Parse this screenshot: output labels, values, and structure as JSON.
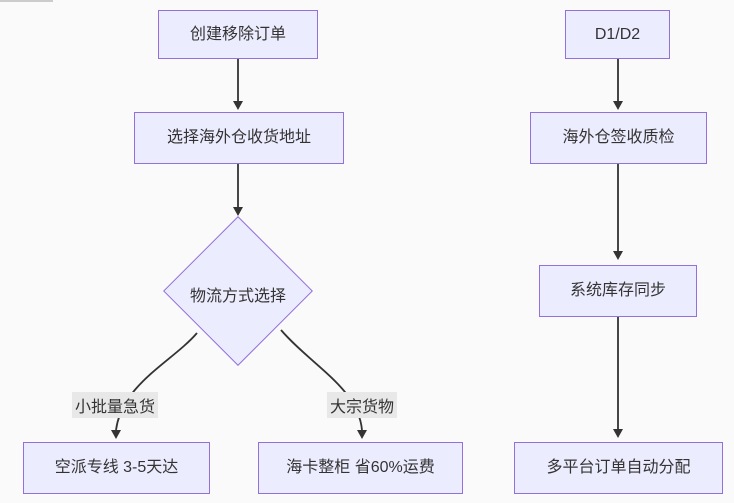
{
  "diagram": {
    "type": "flowchart",
    "colors": {
      "node_fill": "#ECECFF",
      "node_border": "#9370DB",
      "edge": "#333333",
      "edge_label_bg": "#e8e8e8",
      "text": "#333333",
      "background": "#fafafa"
    },
    "flows": [
      {
        "nodes": [
          {
            "id": "create-removal-order",
            "shape": "rect",
            "label": "创建移除订单"
          },
          {
            "id": "select-address",
            "shape": "rect",
            "label": "选择海外仓收货地址"
          },
          {
            "id": "logistics-choice",
            "shape": "diamond",
            "label": "物流方式选择"
          },
          {
            "id": "air-express",
            "shape": "rect",
            "label": "空派专线 3-5天达"
          },
          {
            "id": "sea-container",
            "shape": "rect",
            "label": "海卡整柜 省60%运费"
          }
        ],
        "edges": [
          {
            "from": "create-removal-order",
            "to": "select-address",
            "label": ""
          },
          {
            "from": "select-address",
            "to": "logistics-choice",
            "label": ""
          },
          {
            "from": "logistics-choice",
            "to": "air-express",
            "label": "小批量急货"
          },
          {
            "from": "logistics-choice",
            "to": "sea-container",
            "label": "大宗货物"
          }
        ]
      },
      {
        "nodes": [
          {
            "id": "d1-d2",
            "shape": "rect",
            "label": "D1/D2"
          },
          {
            "id": "warehouse-qc",
            "shape": "rect",
            "label": "海外仓签收质检"
          },
          {
            "id": "inventory-sync",
            "shape": "rect",
            "label": "系统库存同步"
          },
          {
            "id": "order-dispatch",
            "shape": "rect",
            "label": "多平台订单自动分配"
          }
        ],
        "edges": [
          {
            "from": "d1-d2",
            "to": "warehouse-qc",
            "label": ""
          },
          {
            "from": "warehouse-qc",
            "to": "inventory-sync",
            "label": ""
          },
          {
            "from": "inventory-sync",
            "to": "order-dispatch",
            "label": ""
          }
        ]
      }
    ]
  }
}
